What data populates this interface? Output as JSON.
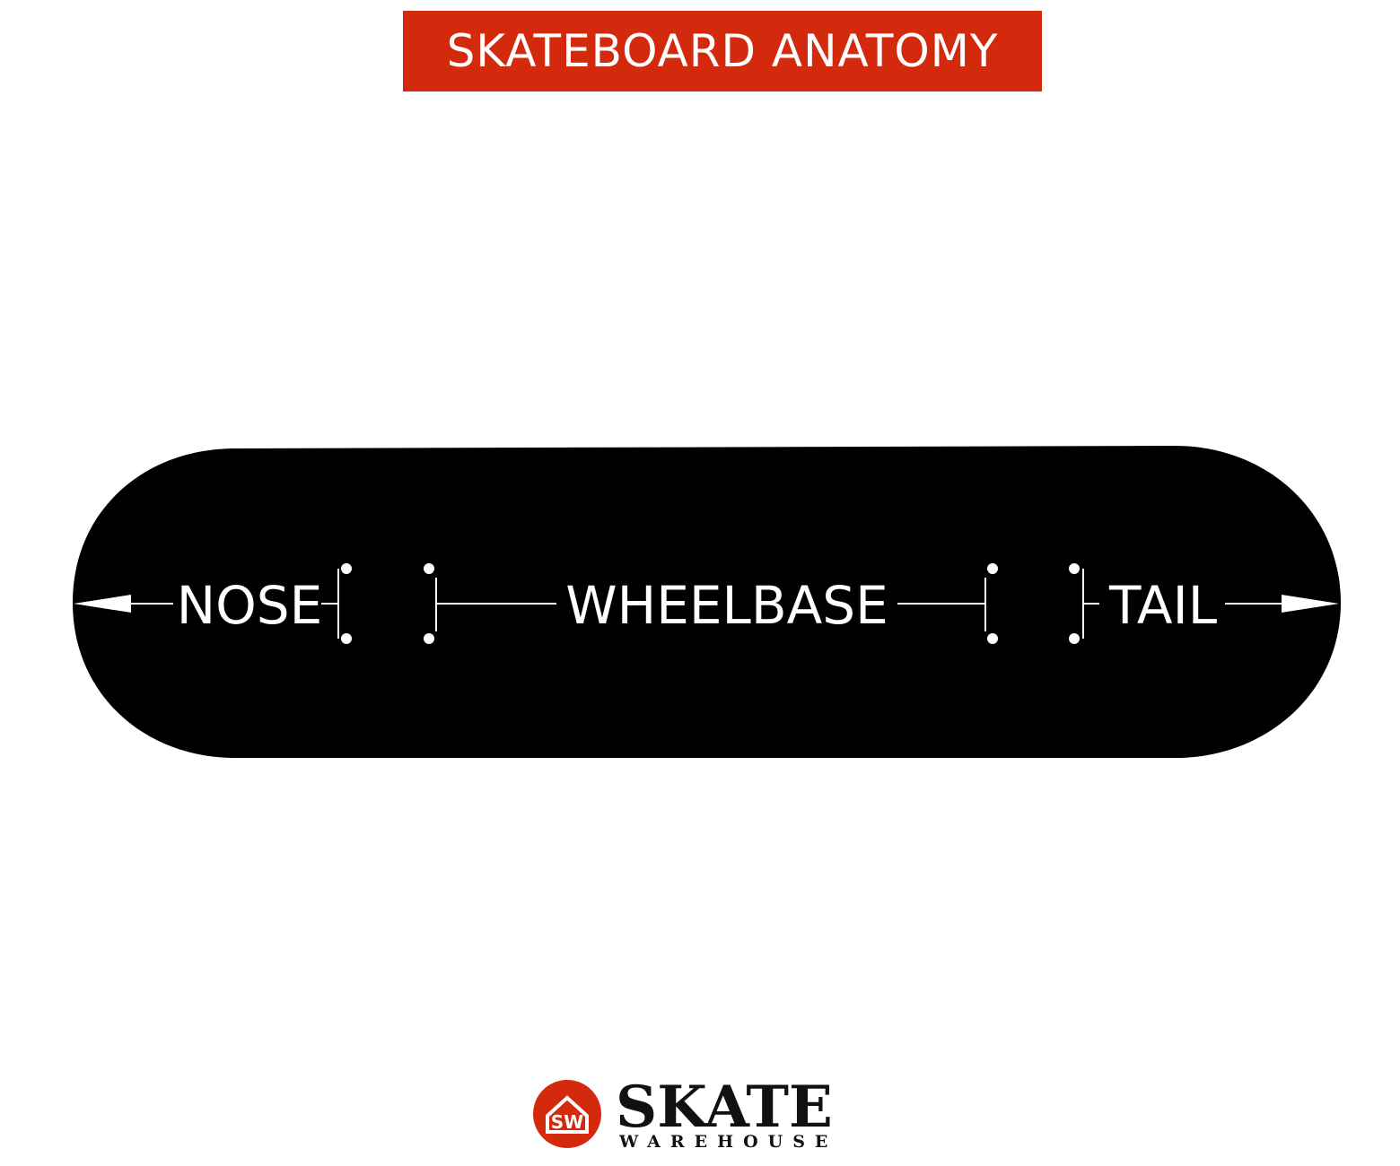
{
  "title": "SKATEBOARD ANATOMY",
  "labels": {
    "nose": "NOSE",
    "wheelbase": "WHEELBASE",
    "tail": "TAIL"
  },
  "logo": {
    "monogram": "SW",
    "name": "SKATE",
    "subname": "WAREHOUSE"
  },
  "colors": {
    "banner": "#d32a0e",
    "deck": "#000000",
    "logo_circle": "#d32a0e"
  }
}
